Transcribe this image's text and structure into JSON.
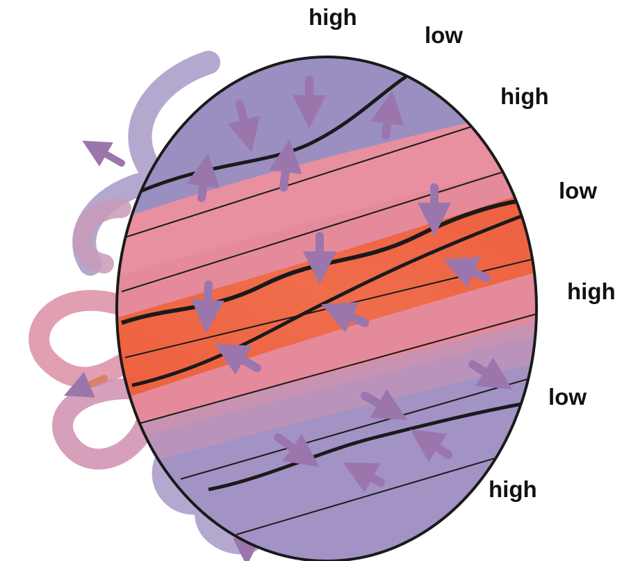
{
  "labels": [
    "high",
    "low",
    "high",
    "low",
    "high",
    "low",
    "high"
  ],
  "colors": {
    "band_high": "#9a8fc0",
    "band_low": "#e58a9a",
    "equator": "#ec5a38",
    "arrow_fill": "#a47cb4",
    "outline": "#1a1a1a"
  }
}
